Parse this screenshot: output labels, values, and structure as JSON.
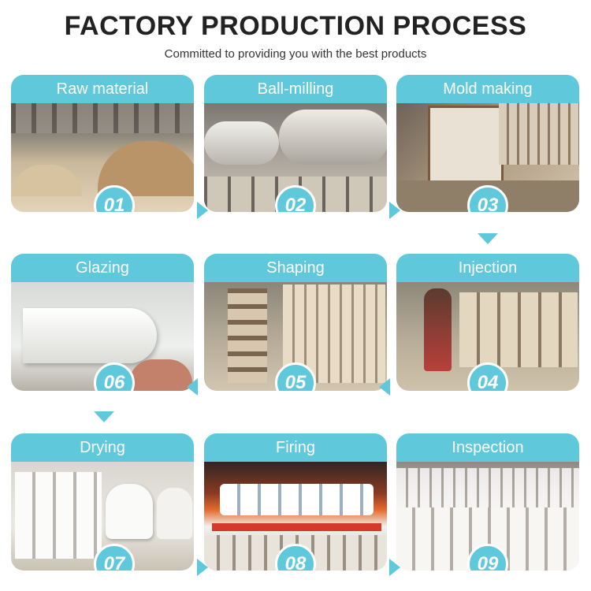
{
  "header": {
    "title": "FACTORY PRODUCTION PROCESS",
    "subtitle": "Committed to providing you with the best products"
  },
  "accent_color": "#5fc8db",
  "steps": [
    {
      "label": "Raw material",
      "number": "01"
    },
    {
      "label": "Ball-milling",
      "number": "02"
    },
    {
      "label": "Mold making",
      "number": "03"
    },
    {
      "label": "Injection",
      "number": "04"
    },
    {
      "label": "Shaping",
      "number": "05"
    },
    {
      "label": "Glazing",
      "number": "06"
    },
    {
      "label": "Drying",
      "number": "07"
    },
    {
      "label": "Firing",
      "number": "08"
    },
    {
      "label": "Inspection",
      "number": "09"
    }
  ],
  "arrow_icons": [
    "chevron-right-icon",
    "chevron-left-icon",
    "chevron-down-icon"
  ]
}
